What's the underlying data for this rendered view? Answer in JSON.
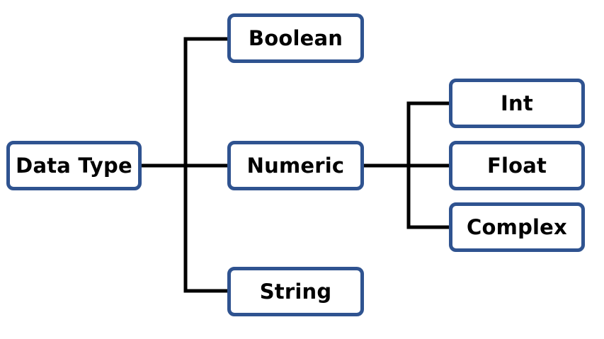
{
  "diagram": {
    "root": {
      "label": "Data Type"
    },
    "level1": [
      {
        "label": "Boolean"
      },
      {
        "label": "Numeric"
      },
      {
        "label": "String"
      }
    ],
    "numeric_children": [
      {
        "label": "Int"
      },
      {
        "label": "Float"
      },
      {
        "label": "Complex"
      }
    ]
  },
  "colors": {
    "node_border": "#2f5390",
    "connector": "#000000",
    "text": "#000000",
    "background": "#ffffff"
  }
}
